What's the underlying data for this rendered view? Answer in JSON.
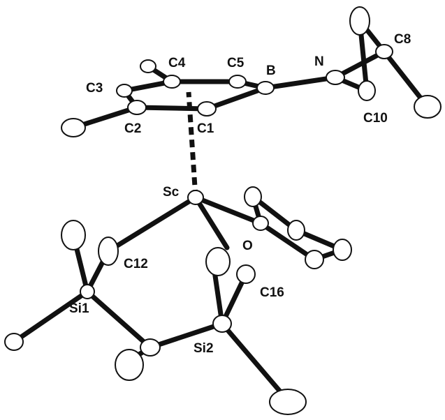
{
  "labels": {
    "C4": "C4",
    "C5": "C5",
    "B": "B",
    "N": "N",
    "C8": "C8",
    "C3": "C3",
    "C10": "C10",
    "C2": "C2",
    "C1": "C1",
    "Sc": "Sc",
    "O": "O",
    "C12": "C12",
    "C16": "C16",
    "Si1": "Si1",
    "Si2": "Si2"
  }
}
